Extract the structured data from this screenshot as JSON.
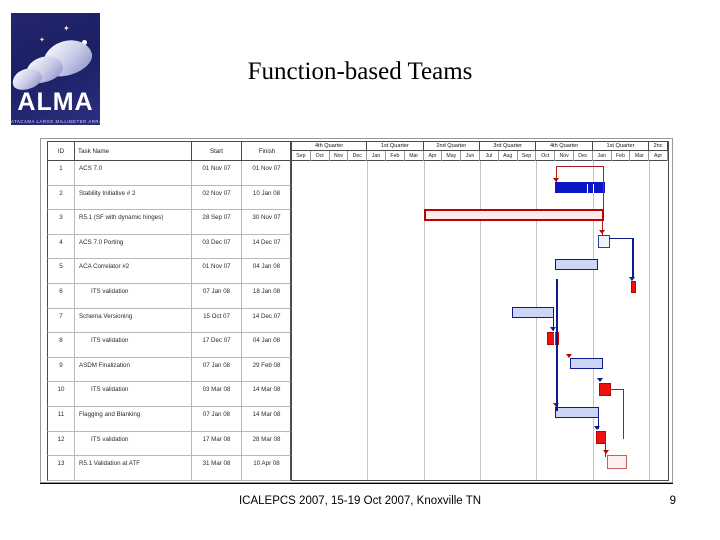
{
  "slide": {
    "title": "Function-based Teams",
    "footer": "ICALEPCS 2007, 15-19 Oct 2007, Knoxville TN",
    "page_number": "9"
  },
  "logo": {
    "wordmark": "ALMA",
    "tagline": "ATACAMA LARGE MILLIMETER ARRAY",
    "background_color": "#1f2370"
  },
  "gantt": {
    "columns": [
      "ID",
      "Task Name",
      "Start",
      "Finish"
    ],
    "timeline": {
      "quarters": [
        {
          "label": "4th Quarter",
          "months": 4
        },
        {
          "label": "1st Quarter",
          "months": 3
        },
        {
          "label": "2nd Quarter",
          "months": 3
        },
        {
          "label": "3rd Quarter",
          "months": 3
        },
        {
          "label": "4th Quarter",
          "months": 3
        },
        {
          "label": "1st Quarter",
          "months": 3
        },
        {
          "label": "2nc",
          "months": 1
        }
      ],
      "months": [
        "Sep",
        "Oct",
        "Nov",
        "Dec",
        "Jan",
        "Feb",
        "Mar",
        "Apr",
        "May",
        "Jun",
        "Jul",
        "Aug",
        "Sep",
        "Oct",
        "Nov",
        "Dec",
        "Jan",
        "Feb",
        "Mar",
        "Apr"
      ]
    },
    "rows": [
      {
        "id": "1",
        "name": "ACS 7.0",
        "start": "01 Nov 07",
        "finish": "01 Nov 07",
        "indent": false
      },
      {
        "id": "2",
        "name": "Stability Initiative # 2",
        "start": "02 Nov 07",
        "finish": "10 Jan 08",
        "indent": false
      },
      {
        "id": "3",
        "name": "R5.1 (SF with dynamic hinges)",
        "start": "28 Sep 07",
        "finish": "30 Nov 07",
        "indent": false
      },
      {
        "id": "4",
        "name": "ACS 7.0 Porting",
        "start": "03 Dec 07",
        "finish": "14 Dec 07",
        "indent": false
      },
      {
        "id": "5",
        "name": "ACA Correlator #2",
        "start": "01 Nov 07",
        "finish": "04 Jan 08",
        "indent": false
      },
      {
        "id": "6",
        "name": "ITS validation",
        "start": "07 Jan 08",
        "finish": "18 Jan 08",
        "indent": true
      },
      {
        "id": "7",
        "name": "Schema Versioning",
        "start": "15 Oct 07",
        "finish": "14 Dec 07",
        "indent": false
      },
      {
        "id": "8",
        "name": "ITS validation",
        "start": "17 Dec 07",
        "finish": "04 Jan 08",
        "indent": true
      },
      {
        "id": "9",
        "name": "ASDM Finalization",
        "start": "07 Jan 08",
        "finish": "29 Feb 08",
        "indent": false
      },
      {
        "id": "10",
        "name": "ITS validation",
        "start": "03 Mar 08",
        "finish": "14 Mar 08",
        "indent": true
      },
      {
        "id": "11",
        "name": "Flagging and Blanking",
        "start": "07 Jan 08",
        "finish": "14 Mar 08",
        "indent": false
      },
      {
        "id": "12",
        "name": "ITS validation",
        "start": "17 Mar 08",
        "finish": "28 Mar 08",
        "indent": true
      },
      {
        "id": "13",
        "name": "R5.1 Validation at ATF",
        "start": "31 Mar 08",
        "finish": "10 Apr 08",
        "indent": false
      }
    ],
    "colors": {
      "critical_bar": "#0b16c4",
      "normal_bar": "#ccd5f5",
      "normal_bar_border": "#0b1a8c",
      "summary_bar": "#c00000",
      "milestone_red": "#ee1111",
      "link_blue": "#0b1a8c",
      "link_red": "#b11a1a"
    }
  }
}
